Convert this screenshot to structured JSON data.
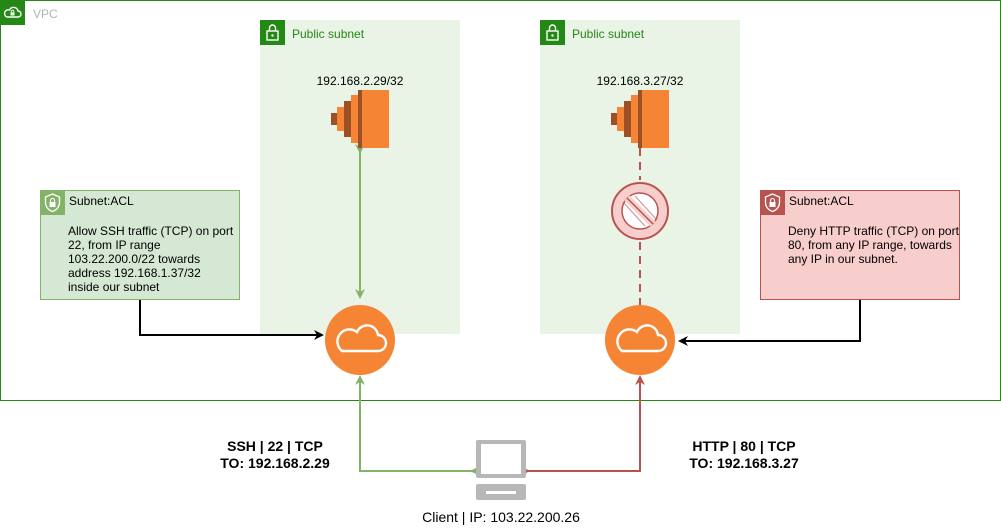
{
  "vpc": {
    "label": "VPC",
    "icon": "cloud-lock-icon"
  },
  "subnets": [
    {
      "label": "Public subnet",
      "instance_ip": "192.168.2.29/32",
      "icon": "lock-icon"
    },
    {
      "label": "Public subnet",
      "instance_ip": "192.168.3.27/32",
      "icon": "lock-icon"
    }
  ],
  "acl_allow": {
    "title": "Subnet:ACL",
    "lines": [
      "Allow SSH traffic (TCP) on port",
      "22, from IP range",
      "103.22.200.0/22 towards",
      "address 192.168.1.37/32",
      "inside our subnet"
    ],
    "fill": "#D5E8D4",
    "stroke": "#82B366",
    "icon_color": "#82B366"
  },
  "acl_deny": {
    "title": "Subnet:ACL",
    "lines": [
      "Deny HTTP traffic (TCP) on port",
      "80, from any IP range, towards",
      "any IP in our subnet."
    ],
    "fill": "#F8CECC",
    "stroke": "#B85450",
    "icon_color": "#B85450"
  },
  "connections": {
    "ssh": {
      "line1": "SSH | 22 | TCP",
      "line2": "TO: 192.168.2.29",
      "color": "#82B366"
    },
    "http": {
      "line1": "HTTP | 80 | TCP",
      "line2": "TO: 192.168.3.27",
      "color": "#B85450"
    }
  },
  "client": {
    "label": "Client | IP: 103.22.200.26",
    "icon": "client-computer-icon"
  },
  "colors": {
    "vpc_border": "#248814",
    "subnet_fill": "#E9F3E6",
    "ec2_orange": "#F58534",
    "internet_gateway": "#F58534"
  }
}
